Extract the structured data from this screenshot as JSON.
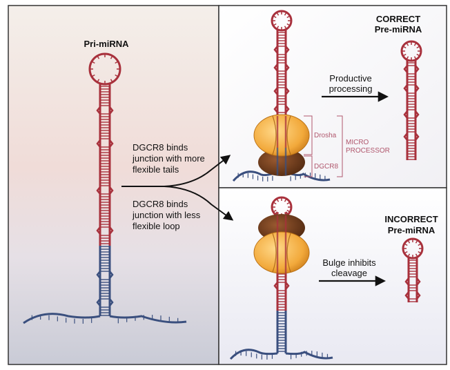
{
  "left_panel": {
    "title": "Pri-miRNA"
  },
  "branch_labels": {
    "upper": [
      "DGCR8 binds",
      "junction with more",
      "flexible tails"
    ],
    "lower": [
      "DGCR8 binds",
      "junction with less",
      "flexible loop"
    ]
  },
  "top_right": {
    "drosha_label": "Drosha",
    "dgcr8_label": "DGCR8",
    "microprocessor_label": [
      "MICRO",
      "PROCESSOR"
    ],
    "arrow_label": [
      "Productive",
      "processing"
    ],
    "result_label": [
      "CORRECT",
      "Pre-miRNA"
    ]
  },
  "bottom_right": {
    "arrow_label": [
      "Bulge inhibits",
      "cleavage"
    ],
    "result_label": [
      "INCORRECT",
      "Pre-miRNA"
    ]
  },
  "colors": {
    "rna_red": "#a8313c",
    "rna_blue": "#3a4f7e",
    "drosha_orange": "#f2a93b",
    "dgcr8_brown": "#6b3a1c",
    "annotation_pink": "#b0566c"
  }
}
